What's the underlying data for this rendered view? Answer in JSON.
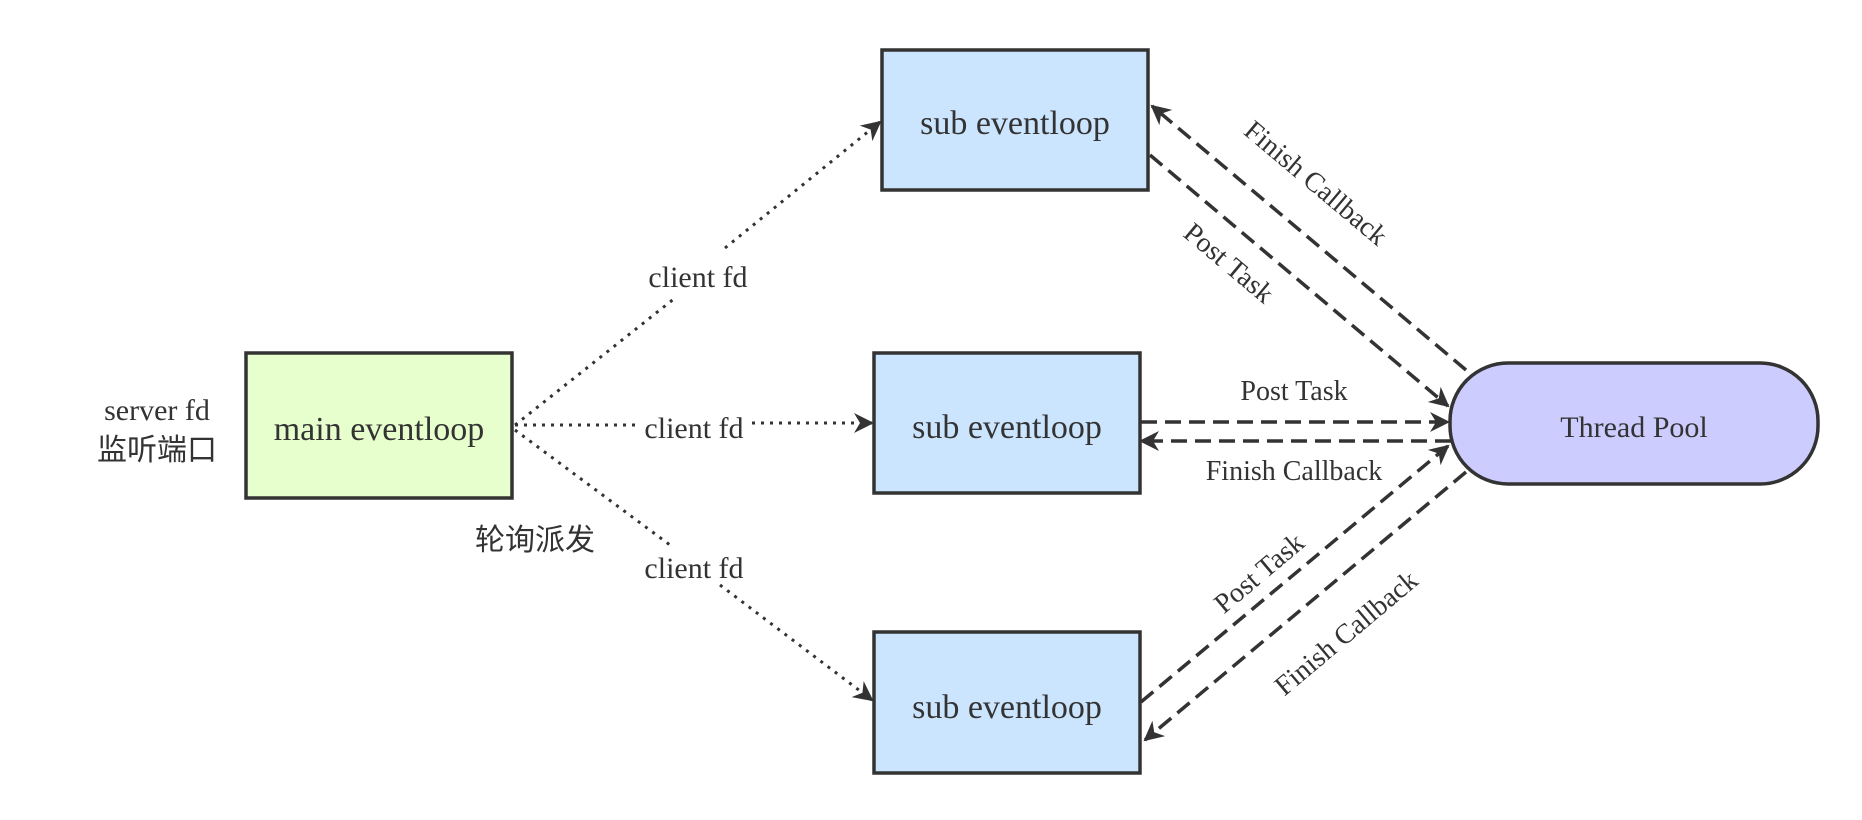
{
  "nodes": {
    "main": {
      "label": "main eventloop",
      "fill": "#e6ffcc"
    },
    "sub_top": {
      "label": "sub eventloop",
      "fill": "#cce5ff"
    },
    "sub_mid": {
      "label": "sub eventloop",
      "fill": "#cce5ff"
    },
    "sub_bot": {
      "label": "sub eventloop",
      "fill": "#cce5ff"
    },
    "pool": {
      "label": "Thread Pool",
      "fill": "#ccccff"
    }
  },
  "annotations": {
    "server_fd": "server fd",
    "listen_port": "监听端口",
    "round_robin": "轮询派发"
  },
  "edges": {
    "client_fd_top": "client fd",
    "client_fd_mid": "client fd",
    "client_fd_bot": "client fd",
    "top_finish": "Finish Callback",
    "top_post": "Post Task",
    "mid_post": "Post Task",
    "mid_finish": "Finish Callback",
    "bot_post": "Post Task",
    "bot_finish": "Finish Callback"
  },
  "colors": {
    "stroke": "#333333",
    "text": "#333333"
  }
}
